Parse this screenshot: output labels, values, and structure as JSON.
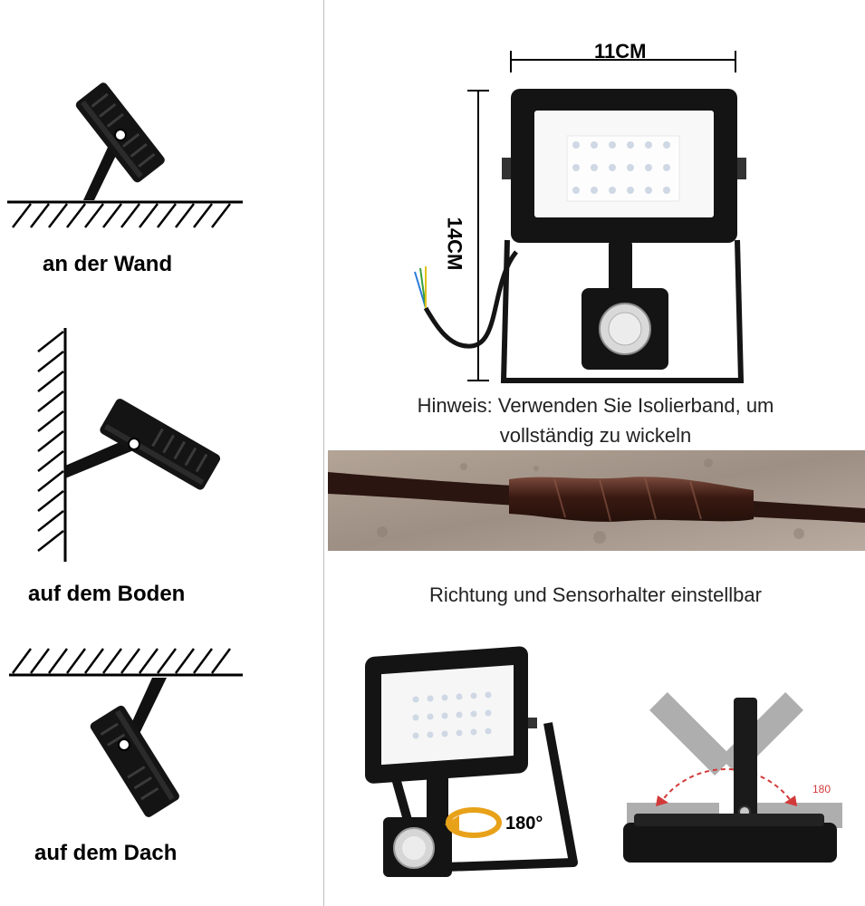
{
  "mounting": {
    "wall_label": "an der Wand",
    "floor_label": "auf dem Boden",
    "roof_label": "auf dem Dach"
  },
  "dimensions": {
    "width_label": "11CM",
    "height_label": "14CM"
  },
  "note": {
    "line1": "Hinweis: Verwenden Sie Isolierband, um",
    "line2": "vollständig zu wickeln"
  },
  "adjustable_caption": "Richtung und Sensorhalter einstellbar",
  "rotation": {
    "sensor_label": "180°",
    "bracket_label": "180"
  },
  "colors": {
    "fixture_body": "#141414",
    "arrow_orange": "#e8a21a",
    "arc_red": "#d23a3a",
    "cable_tape": "#3a1a12"
  }
}
